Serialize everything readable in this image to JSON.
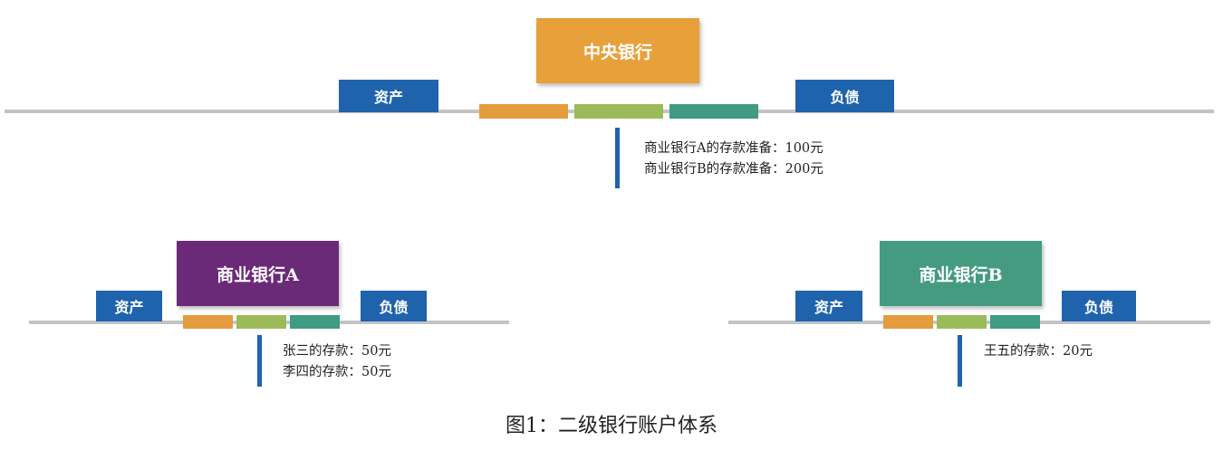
{
  "central_bank": {
    "title": "中央银行",
    "assets_label": "资产",
    "liabilities_label": "负债",
    "notes": [
      "商业银行A的存款准备：100元",
      "商业银行B的存款准备：200元"
    ]
  },
  "bank_a": {
    "title": "商业银行A",
    "assets_label": "资产",
    "liabilities_label": "负债",
    "notes": [
      "张三的存款：50元",
      "李四的存款：50元"
    ]
  },
  "bank_b": {
    "title": "商业银行B",
    "assets_label": "资产",
    "liabilities_label": "负债",
    "notes": [
      "王五的存款：20元"
    ]
  },
  "caption": "图1：二级银行账户体系",
  "colors": {
    "central_bank": "#e8a03b",
    "bank_a": "#6b2a78",
    "bank_b": "#459b80",
    "label": "#1f63ad"
  }
}
